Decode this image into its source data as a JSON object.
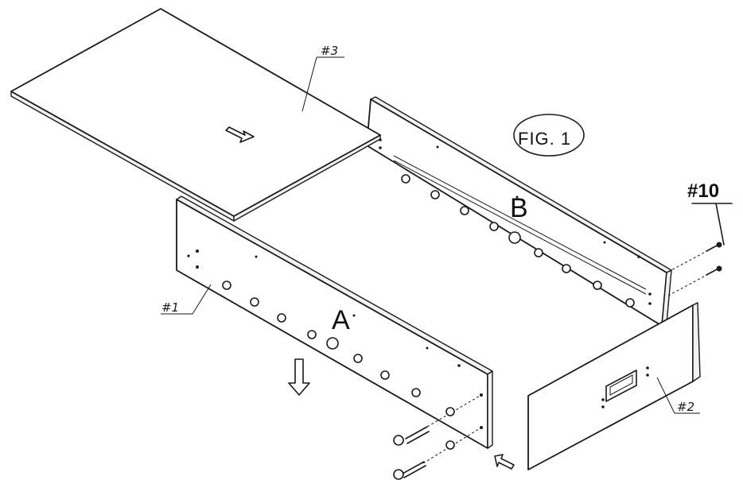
{
  "figure_label": "FIG. 1",
  "parts": {
    "top_panel": "#3",
    "left_side": "#1",
    "front_panel": "#2",
    "screw": "#10"
  },
  "face_letters": {
    "panel_a": "A",
    "panel_b": "B"
  },
  "icons": [
    "slide-arrow-icon",
    "down-arrow-icon",
    "push-arrow-icon",
    "screw-icon",
    "handle-cutout-icon"
  ]
}
